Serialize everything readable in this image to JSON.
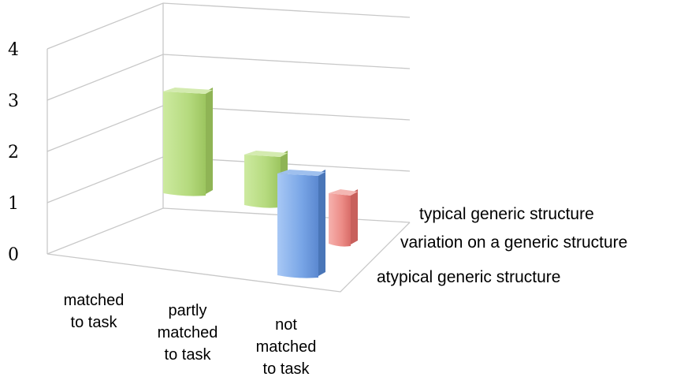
{
  "chart_data": {
    "type": "bar",
    "subtype": "3d-column",
    "title": "",
    "xlabel": "",
    "ylabel": "",
    "ylim": [
      0,
      4
    ],
    "yticks": [
      "0",
      "1",
      "2",
      "3",
      "4"
    ],
    "grid": true,
    "legend": "none",
    "categories": [
      "matched to task",
      "partly matched to task",
      "not matched to task"
    ],
    "category_label_lines": [
      [
        "matched",
        "to task"
      ],
      [
        "partly",
        "matched",
        "to task"
      ],
      [
        "not",
        "matched",
        "to task"
      ]
    ],
    "series": [
      {
        "name": "atypical generic structure",
        "values": [
          0,
          0,
          2
        ],
        "color": "#6f9be0"
      },
      {
        "name": "variation on a generic structure",
        "values": [
          0,
          1,
          0
        ],
        "color": "#b0d87a"
      },
      {
        "name": "typical generic structure",
        "values": [
          2,
          0,
          1
        ],
        "color": "#ee8c88"
      }
    ],
    "series_colors": {
      "green": "#b8dd82",
      "blue": "#6f9be0",
      "red": "#ee8c88"
    }
  }
}
